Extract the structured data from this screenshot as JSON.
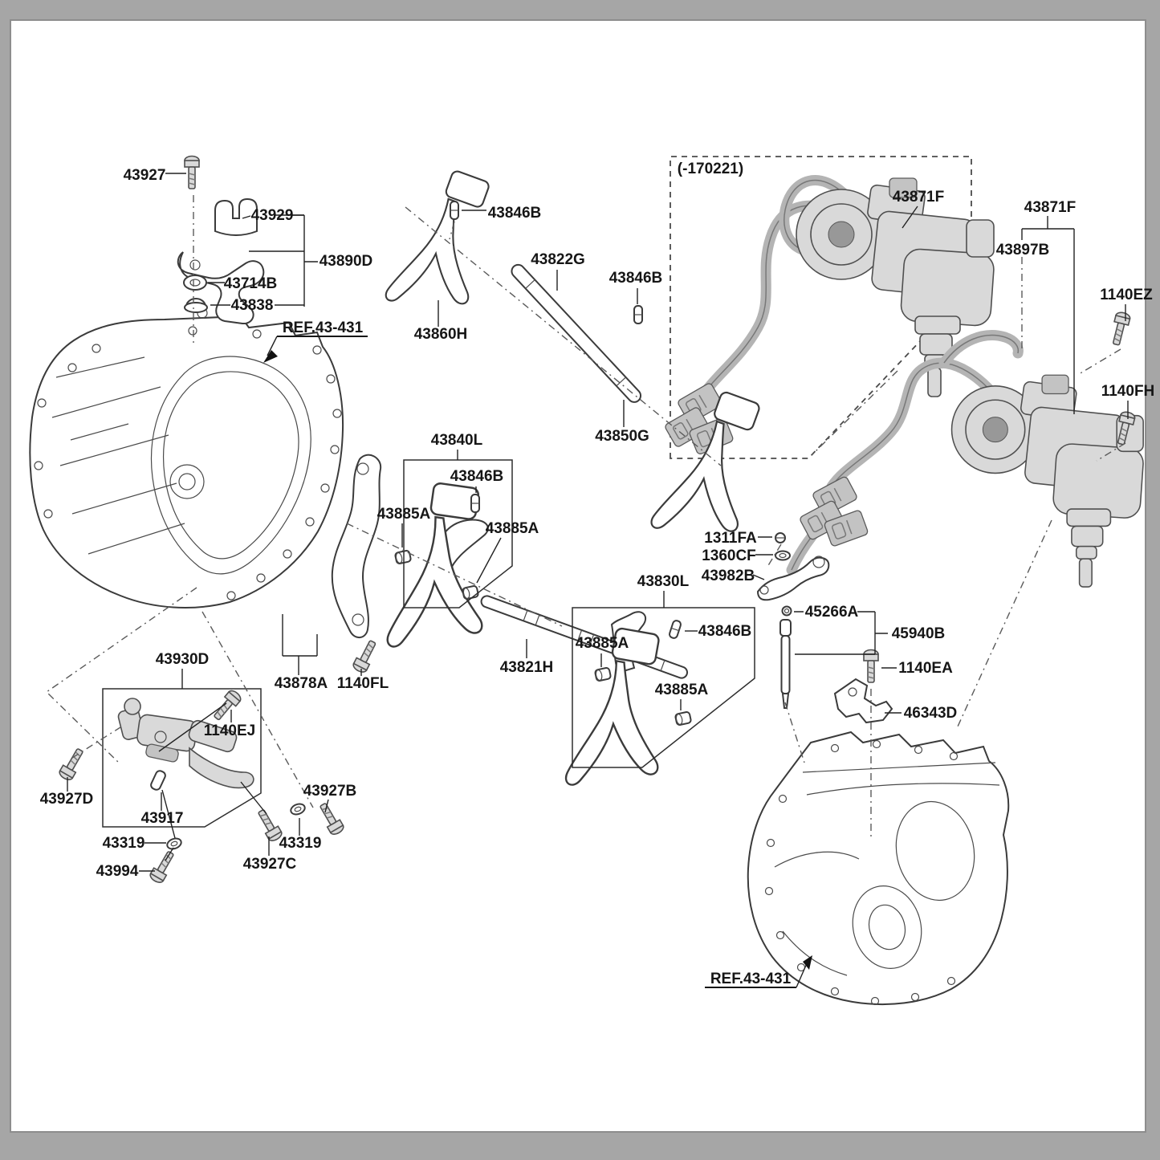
{
  "colors": {
    "frame": "#a6a6a6",
    "page": "#ffffff",
    "line": "#3b3b3b",
    "label": "#161616"
  },
  "labels": {
    "p43927": "43927",
    "p43929": "43929",
    "p43890d": "43890D",
    "p43714b": "43714B",
    "p43838": "43838",
    "ref_top": "REF.43-431",
    "ref_bottom": "REF.43-431",
    "p43846b_1": "43846B",
    "p43822g": "43822G",
    "p43846b_2": "43846B",
    "p43860h": "43860H",
    "p43850g": "43850G",
    "p43840l": "43840L",
    "p43846b_3": "43846B",
    "p43885a_1": "43885A",
    "p43885a_2": "43885A",
    "p43821h": "43821H",
    "p43878a": "43878A",
    "p1140fl": "1140FL",
    "p43930d": "43930D",
    "p1140ej": "1140EJ",
    "p43927d": "43927D",
    "p43917": "43917",
    "p43319_1": "43319",
    "p43994": "43994",
    "p43927c": "43927C",
    "p43319_2": "43319",
    "p43927b": "43927B",
    "variant_note": "(-170221)",
    "p43871f_1": "43871F",
    "p43871f_2": "43871F",
    "p43897b": "43897B",
    "p1140ez": "1140EZ",
    "p1140fh": "1140FH",
    "p1311fa": "1311FA",
    "p1360cf": "1360CF",
    "p43982b": "43982B",
    "p43830l": "43830L",
    "p43885a_3": "43885A",
    "p43846b_4": "43846B",
    "p43885a_4": "43885A",
    "p45266a": "45266A",
    "p45940b": "45940B",
    "p1140ea": "1140EA",
    "p46343d": "46343D"
  }
}
